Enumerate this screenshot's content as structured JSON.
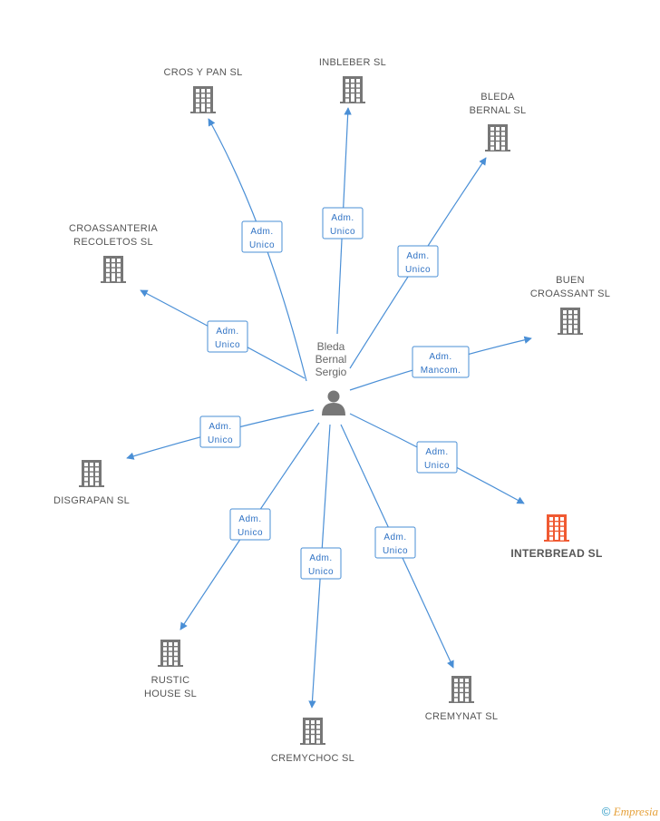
{
  "person": {
    "name_lines": [
      "Bleda",
      "Bernal",
      "Sergio"
    ]
  },
  "companies": [
    {
      "id": "cros",
      "name_lines": [
        "CROS Y PAN SL"
      ],
      "highlight": false,
      "role_lines": [
        "Adm.",
        "Unico"
      ]
    },
    {
      "id": "inbleber",
      "name_lines": [
        "INBLEBER SL"
      ],
      "highlight": false,
      "role_lines": [
        "Adm.",
        "Unico"
      ]
    },
    {
      "id": "bleda",
      "name_lines": [
        "BLEDA",
        "BERNAL SL"
      ],
      "highlight": false,
      "role_lines": [
        "Adm.",
        "Unico"
      ]
    },
    {
      "id": "croassanteria",
      "name_lines": [
        "CROASSANTERIA",
        "RECOLETOS SL"
      ],
      "highlight": false,
      "role_lines": [
        "Adm.",
        "Unico"
      ]
    },
    {
      "id": "buen",
      "name_lines": [
        "BUEN",
        "CROASSANT SL"
      ],
      "highlight": false,
      "role_lines": [
        "Adm.",
        "Mancom."
      ]
    },
    {
      "id": "disgrapan",
      "name_lines": [
        "DISGRAPAN SL"
      ],
      "highlight": false,
      "role_lines": [
        "Adm.",
        "Unico"
      ]
    },
    {
      "id": "interbread",
      "name_lines": [
        "INTERBREAD SL"
      ],
      "highlight": true,
      "role_lines": [
        "Adm.",
        "Unico"
      ]
    },
    {
      "id": "rustic",
      "name_lines": [
        "RUSTIC",
        "HOUSE SL"
      ],
      "highlight": false,
      "role_lines": [
        "Adm.",
        "Unico"
      ]
    },
    {
      "id": "cremychoc",
      "name_lines": [
        "CREMYCHOC SL"
      ],
      "highlight": false,
      "role_lines": [
        "Adm.",
        "Unico"
      ]
    },
    {
      "id": "cremynat",
      "name_lines": [
        "CREMYNAT SL"
      ],
      "highlight": false,
      "role_lines": [
        "Adm.",
        "Unico"
      ]
    }
  ],
  "colors": {
    "edge": "#4a8fd6",
    "building": "#777777",
    "building_highlight": "#f05a32"
  },
  "watermark": {
    "symbol": "©",
    "text": "Empresia"
  }
}
